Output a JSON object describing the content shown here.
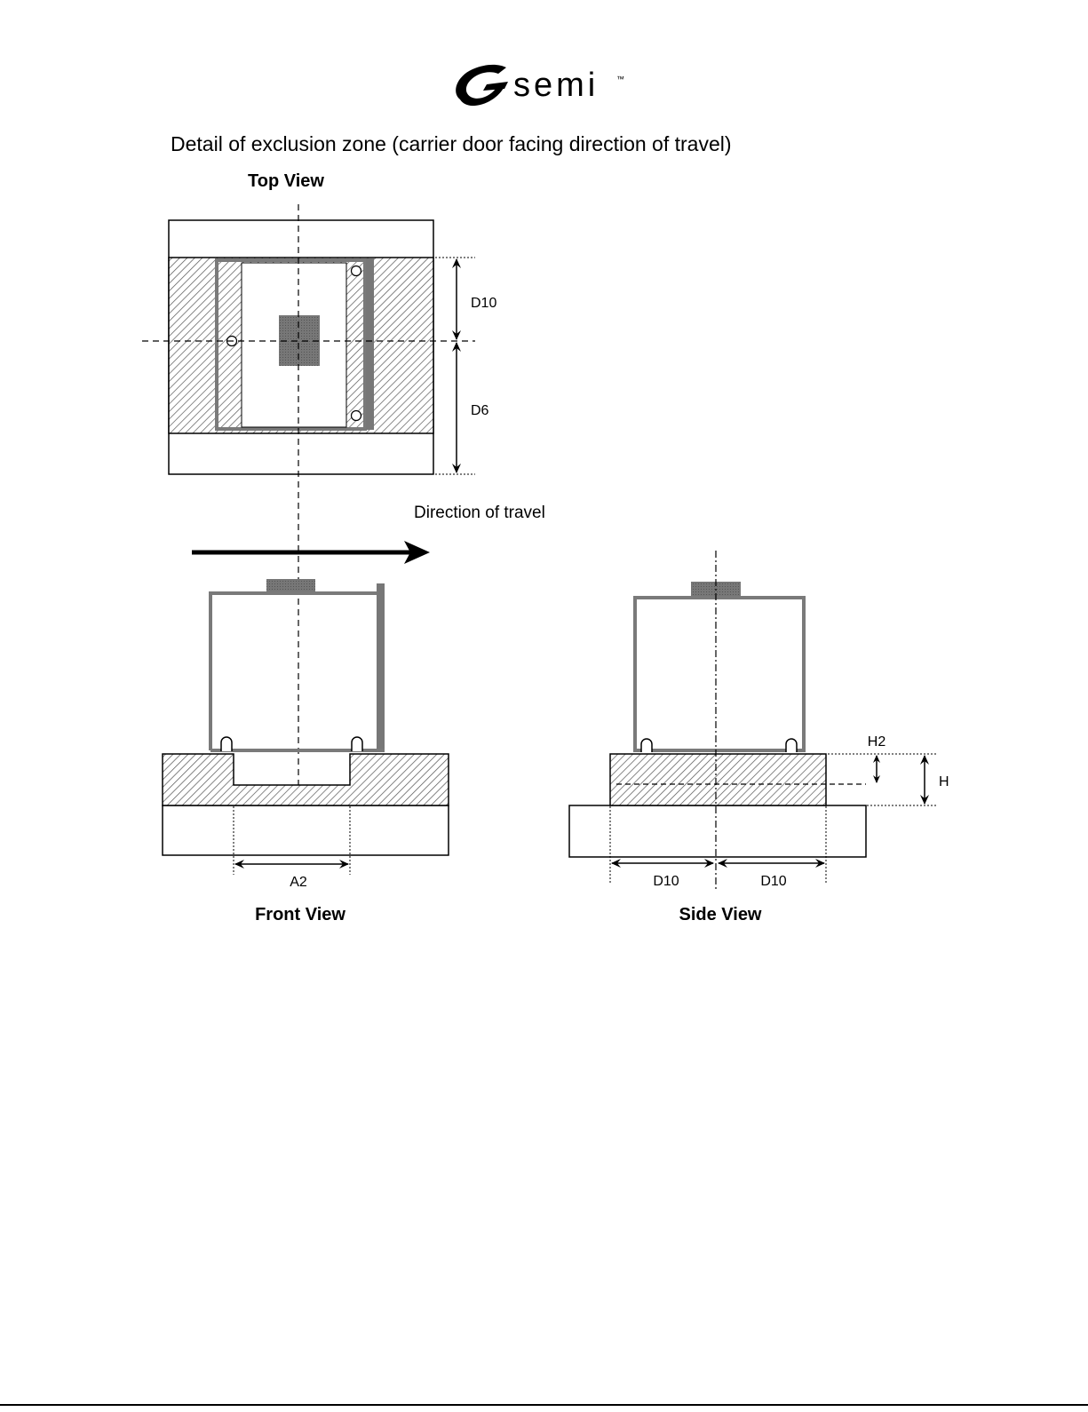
{
  "logo": {
    "word": "semi",
    "trademark": "™"
  },
  "title": "Detail of exclusion zone (carrier door facing direction of travel)",
  "views": {
    "top": "Top View",
    "front": "Front View",
    "side": "Side View"
  },
  "direction_label": "Direction of travel",
  "dimensions": {
    "top_d10": "D10",
    "top_d6": "D6",
    "front_a2": "A2",
    "side_h2": "H2",
    "side_h": "H",
    "side_d10_left": "D10",
    "side_d10_right": "D10"
  },
  "colors": {
    "line": "#000000",
    "carrier_outline": "#7a7a7a",
    "shaded_block": "#6e6e6e",
    "hatch": "#555555"
  }
}
